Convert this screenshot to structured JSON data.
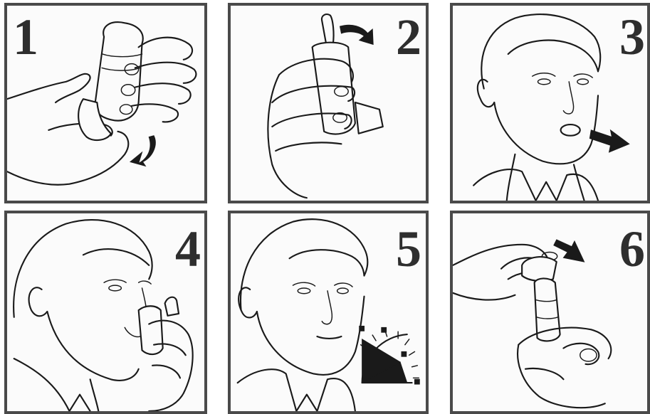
{
  "steps": [
    {
      "number": "1",
      "icon": "inhaler-open-cover-icon"
    },
    {
      "number": "2",
      "icon": "inhaler-click-icon"
    },
    {
      "number": "3",
      "icon": "exhale-face-icon"
    },
    {
      "number": "4",
      "icon": "inhale-from-inhaler-icon"
    },
    {
      "number": "5",
      "icon": "hold-breath-timer-icon"
    },
    {
      "number": "6",
      "icon": "close-cover-icon"
    }
  ],
  "colors": {
    "border": "#4a4a4a",
    "ink": "#1a1a1a",
    "background": "#ffffff"
  }
}
